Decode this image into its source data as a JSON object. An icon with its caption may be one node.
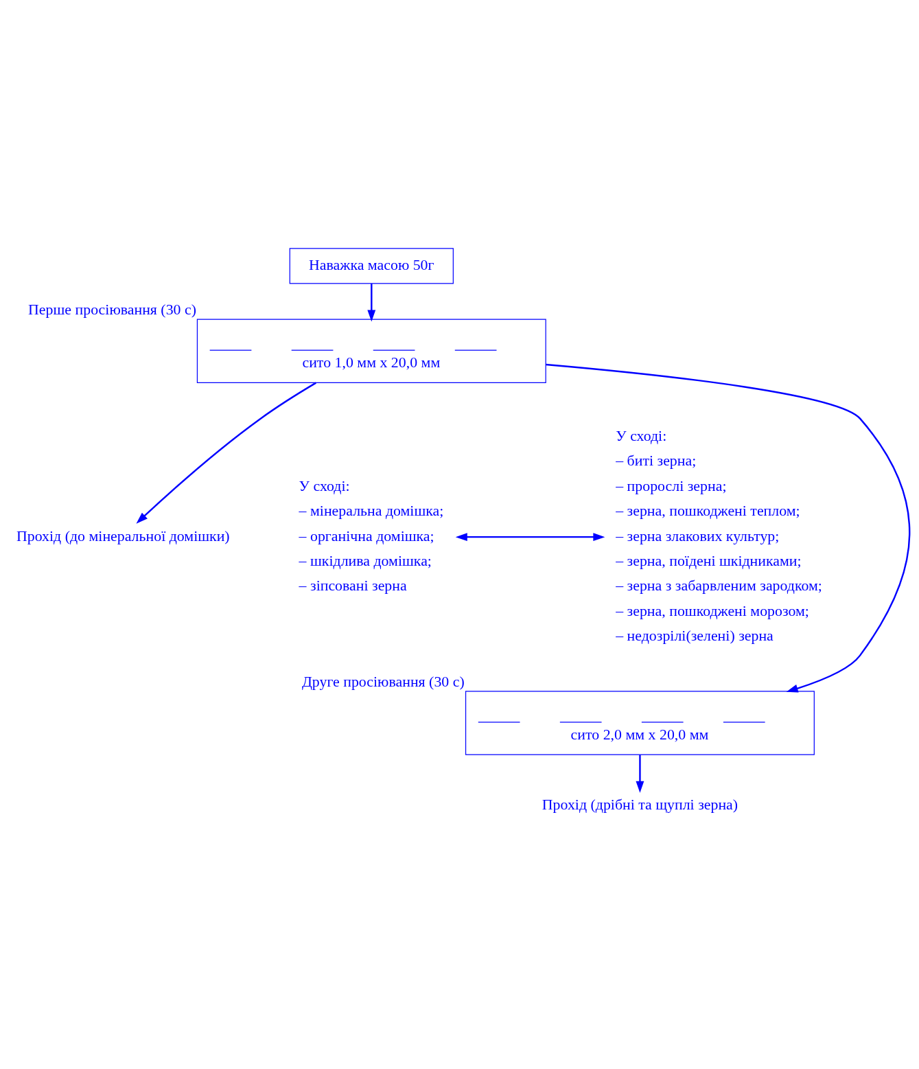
{
  "diagram": {
    "nodes": [
      {
        "text": [
          "Наважка масою 50г"
        ]
      },
      {
        "text": [
          "сито 1,0 мм х 20,0 мм"
        ],
        "beside": [
          "Перше просіювання (30 с)"
        ]
      },
      {
        "text": [
          "Прохід (до мінеральної домішки)"
        ]
      },
      {
        "text": [
          "У сході:",
          "– мінеральна домішка;",
          "– органічна домішка;",
          "– шкідлива домішка;",
          "– зіпсовані зерна"
        ]
      },
      {
        "text": [
          "У сході:",
          "– биті зерна;",
          "– пророслі зерна;",
          "– зерна, пошкоджені теплом;",
          "– зерна злакових культур;",
          "– зерна, поїдені шкідниками;",
          "– зерна з забарвленим зародком;",
          "– зерна, пошкоджені морозом;",
          "– недозрілі(зелені) зерна"
        ]
      },
      {
        "text": [
          "сито 2,0 мм х 20,0 мм"
        ],
        "beside": [
          "Друге просіювання (30 с)"
        ]
      },
      {
        "text": [
          "Прохід (дрібні та щуплі зерна)"
        ]
      }
    ],
    "edges": [
      {
        "from": 0,
        "to": 1,
        "arrow": "to"
      },
      {
        "from": 1,
        "to": 2,
        "arrow": "to"
      },
      {
        "from": 1,
        "to": 5,
        "arrow": "to"
      },
      {
        "from": 3,
        "to": 4,
        "arrow": "both"
      },
      {
        "from": 5,
        "to": 6,
        "arrow": "to"
      }
    ]
  }
}
